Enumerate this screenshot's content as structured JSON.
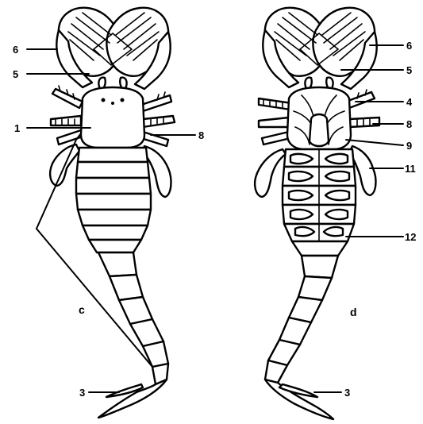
{
  "panels": [
    {
      "name": "c",
      "labels": [
        {
          "id": "left-6",
          "text": "6"
        },
        {
          "id": "left-5",
          "text": "5"
        },
        {
          "id": "left-1",
          "text": "1"
        },
        {
          "id": "left-8",
          "text": "8"
        },
        {
          "id": "left-3",
          "text": "3"
        }
      ]
    },
    {
      "name": "d",
      "labels": [
        {
          "id": "right-6",
          "text": "6"
        },
        {
          "id": "right-5",
          "text": "5"
        },
        {
          "id": "right-4",
          "text": "4"
        },
        {
          "id": "right-8",
          "text": "8"
        },
        {
          "id": "right-9",
          "text": "9"
        },
        {
          "id": "right-11",
          "text": "11"
        },
        {
          "id": "right-12",
          "text": "12"
        },
        {
          "id": "right-3",
          "text": "3"
        }
      ]
    }
  ]
}
